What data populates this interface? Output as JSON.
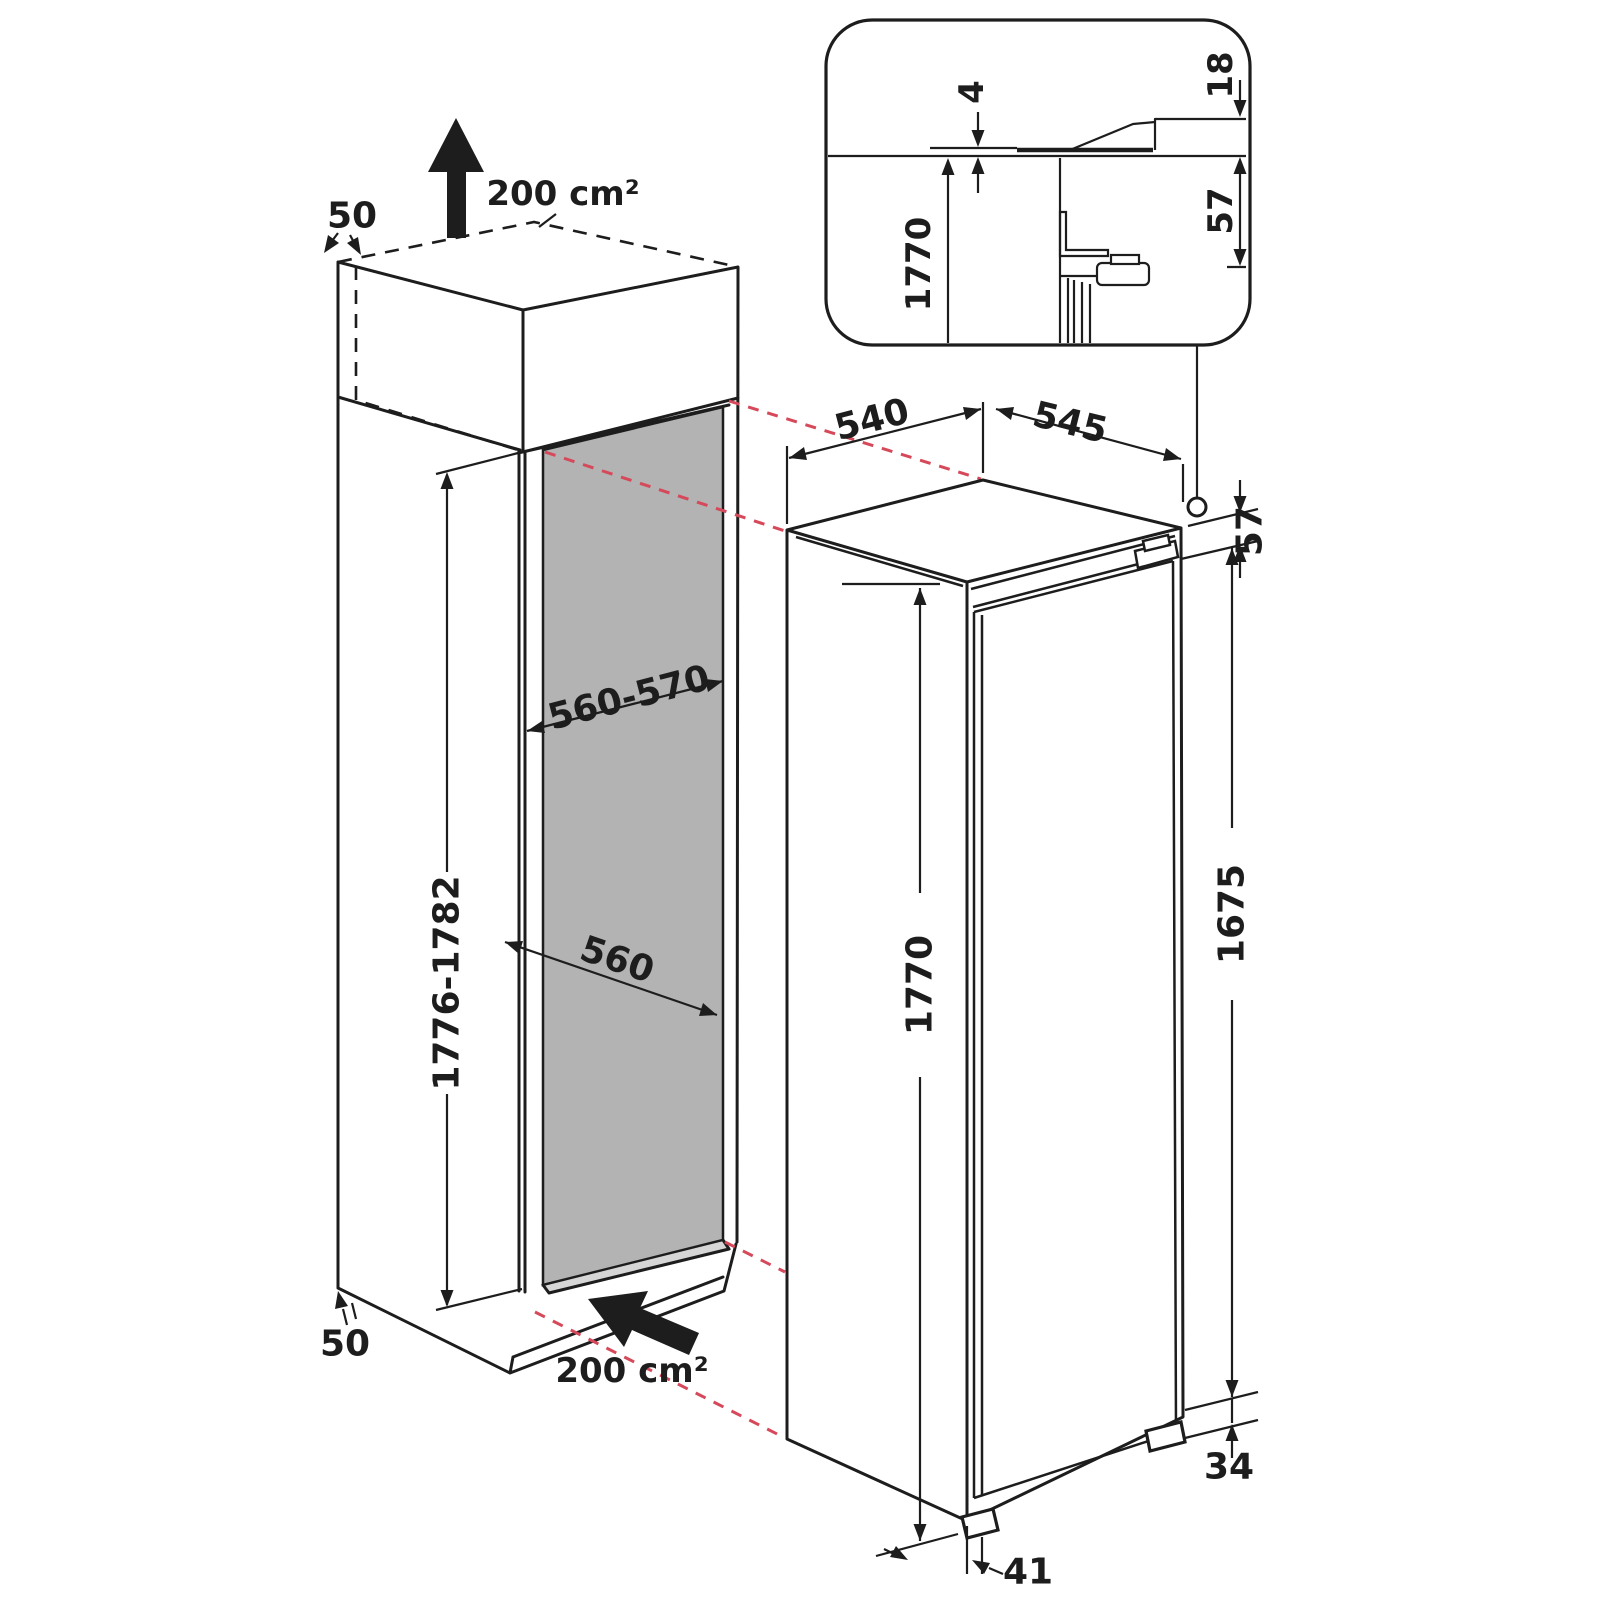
{
  "colors": {
    "line": "#1d1d1d",
    "projection_red": "#d5495a",
    "niche_panel_gray": "#b3b3b3",
    "niche_floor_gray": "#d6d6d6",
    "background": "#ffffff"
  },
  "dimensions": {
    "cabinet": {
      "top_gap": "50",
      "top_vent_area": "200 cm²",
      "niche_width": "560-570",
      "niche_height": "1776-1782",
      "niche_depth": "560",
      "base_gap": "50",
      "base_vent_area": "200 cm²"
    },
    "appliance": {
      "depth": "540",
      "width": "545",
      "top_recess": "57",
      "height": "1770",
      "door_height": "1675",
      "foot_height": "34",
      "foot_offset": "41"
    },
    "inset_detail": {
      "door_gap": "4",
      "top_overlap": "18",
      "hinge_clearance": "57",
      "appliance_height": "1770"
    }
  }
}
